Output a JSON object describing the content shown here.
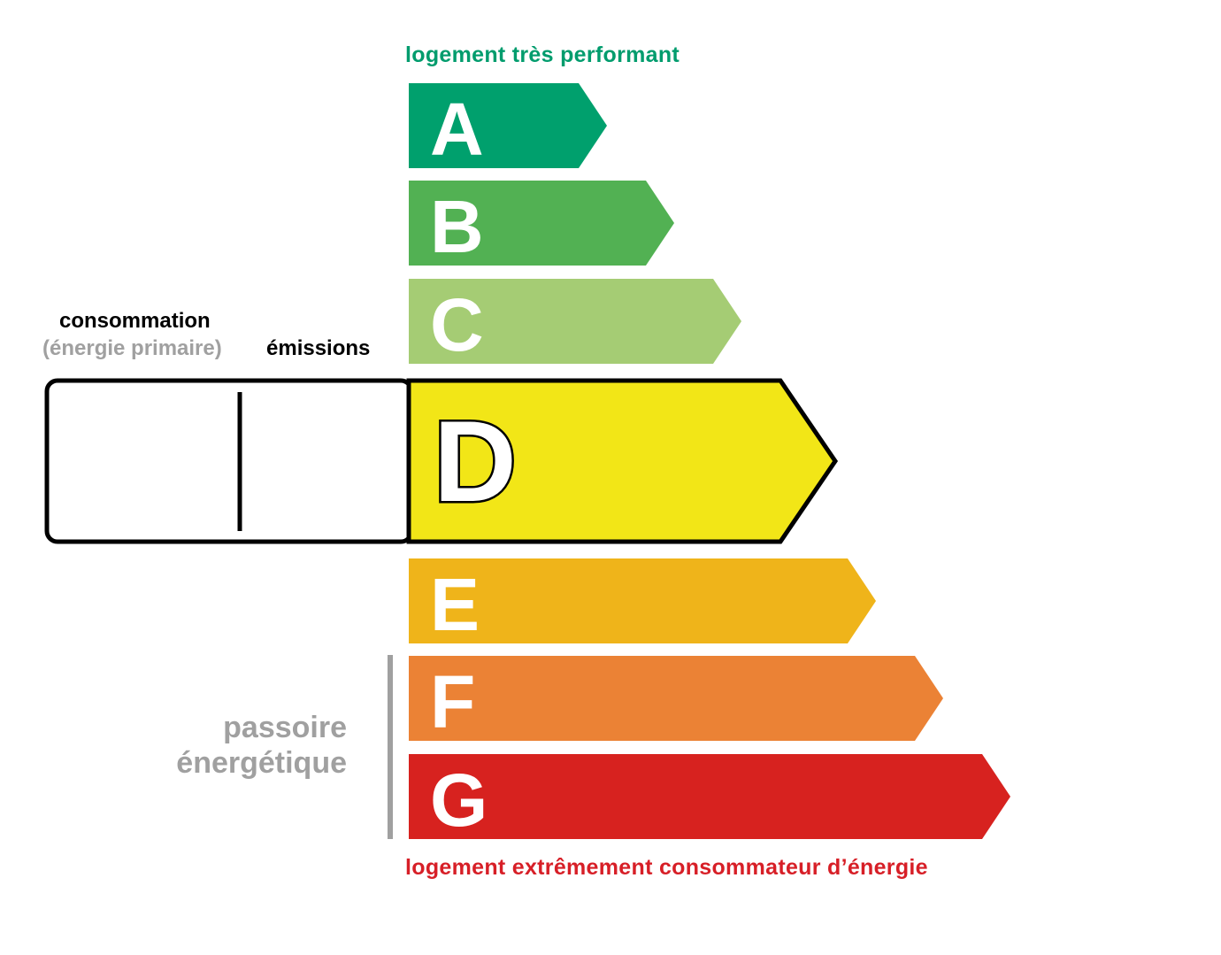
{
  "labels": {
    "top": "logement très performant",
    "bottom": "logement extrêmement consommateur d’énergie",
    "consumption": "consommation",
    "consumption_sub": "(énergie primaire)",
    "emissions": "émissions",
    "sieve_line1": "passoire",
    "sieve_line2": "énergétique"
  },
  "colors": {
    "top_label": "#009c6d",
    "bottom_label": "#d71f27",
    "muted_label": "#a0a0a0"
  },
  "current_class": "D",
  "classes": [
    {
      "letter": "A",
      "color": "#00a06d"
    },
    {
      "letter": "B",
      "color": "#52b153"
    },
    {
      "letter": "C",
      "color": "#a5cc74"
    },
    {
      "letter": "D",
      "color": "#f2e617"
    },
    {
      "letter": "E",
      "color": "#efb41a"
    },
    {
      "letter": "F",
      "color": "#eb8235"
    },
    {
      "letter": "G",
      "color": "#d7221f"
    }
  ],
  "passoire_classes": [
    "F",
    "G"
  ]
}
